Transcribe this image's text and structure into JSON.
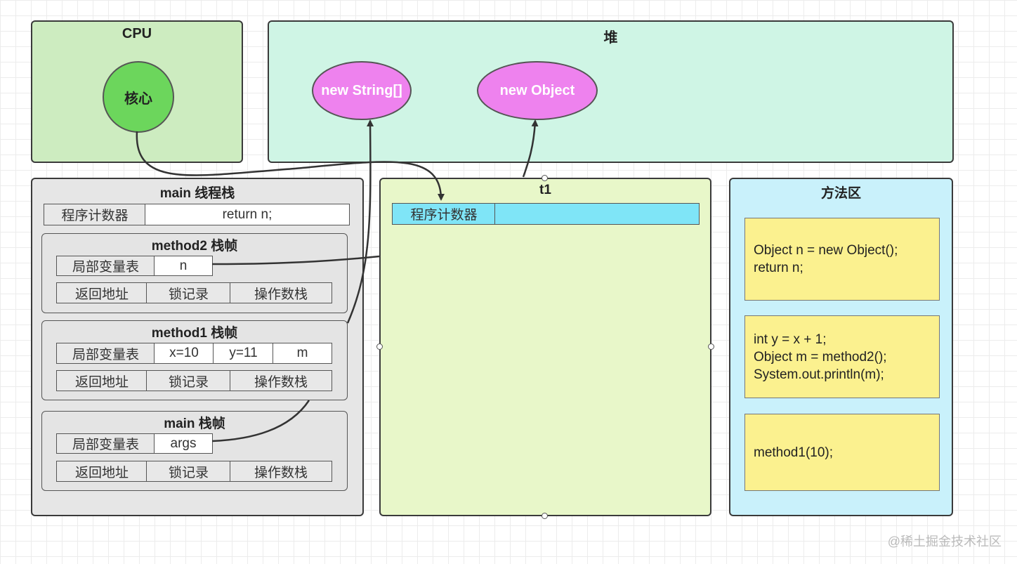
{
  "cpu": {
    "title": "CPU",
    "core_label": "核心"
  },
  "heap": {
    "title": "堆",
    "objects": [
      "new String[]",
      "new Object"
    ]
  },
  "main_stack": {
    "title": "main 线程栈",
    "pc_label": "程序计数器",
    "pc_value": "return n;",
    "frames": [
      {
        "title": "method2 栈帧",
        "locals_label": "局部变量表",
        "locals": [
          "n"
        ],
        "return_label": "返回地址",
        "lock_label": "锁记录",
        "operand_label": "操作数栈"
      },
      {
        "title": "method1 栈帧",
        "locals_label": "局部变量表",
        "locals": [
          "x=10",
          "y=11",
          "m"
        ],
        "return_label": "返回地址",
        "lock_label": "锁记录",
        "operand_label": "操作数栈"
      },
      {
        "title": "main 栈帧",
        "locals_label": "局部变量表",
        "locals": [
          "args"
        ],
        "return_label": "返回地址",
        "lock_label": "锁记录",
        "operand_label": "操作数栈"
      }
    ]
  },
  "t1": {
    "title": "t1",
    "pc_label": "程序计数器",
    "pc_value": ""
  },
  "method_area": {
    "title": "方法区",
    "blocks": [
      [
        "Object n = new Object();",
        "return n;"
      ],
      [
        "int y = x + 1;",
        "Object m = method2();",
        "System.out.println(m);"
      ],
      [
        "method1(10);"
      ]
    ]
  },
  "watermark": "@稀土掘金技术社区",
  "colors": {
    "cpu_bg": "#cdecc0",
    "heap_bg": "#cff5e5",
    "stack_bg": "#e6e6e6",
    "t1_bg": "#e8f7c9",
    "method_area_bg": "#c9f1fb",
    "core": "#6cd65c",
    "heap_object": "#ee82ee",
    "pc_active": "#7fe5f7",
    "code_block": "#fbf18f"
  }
}
